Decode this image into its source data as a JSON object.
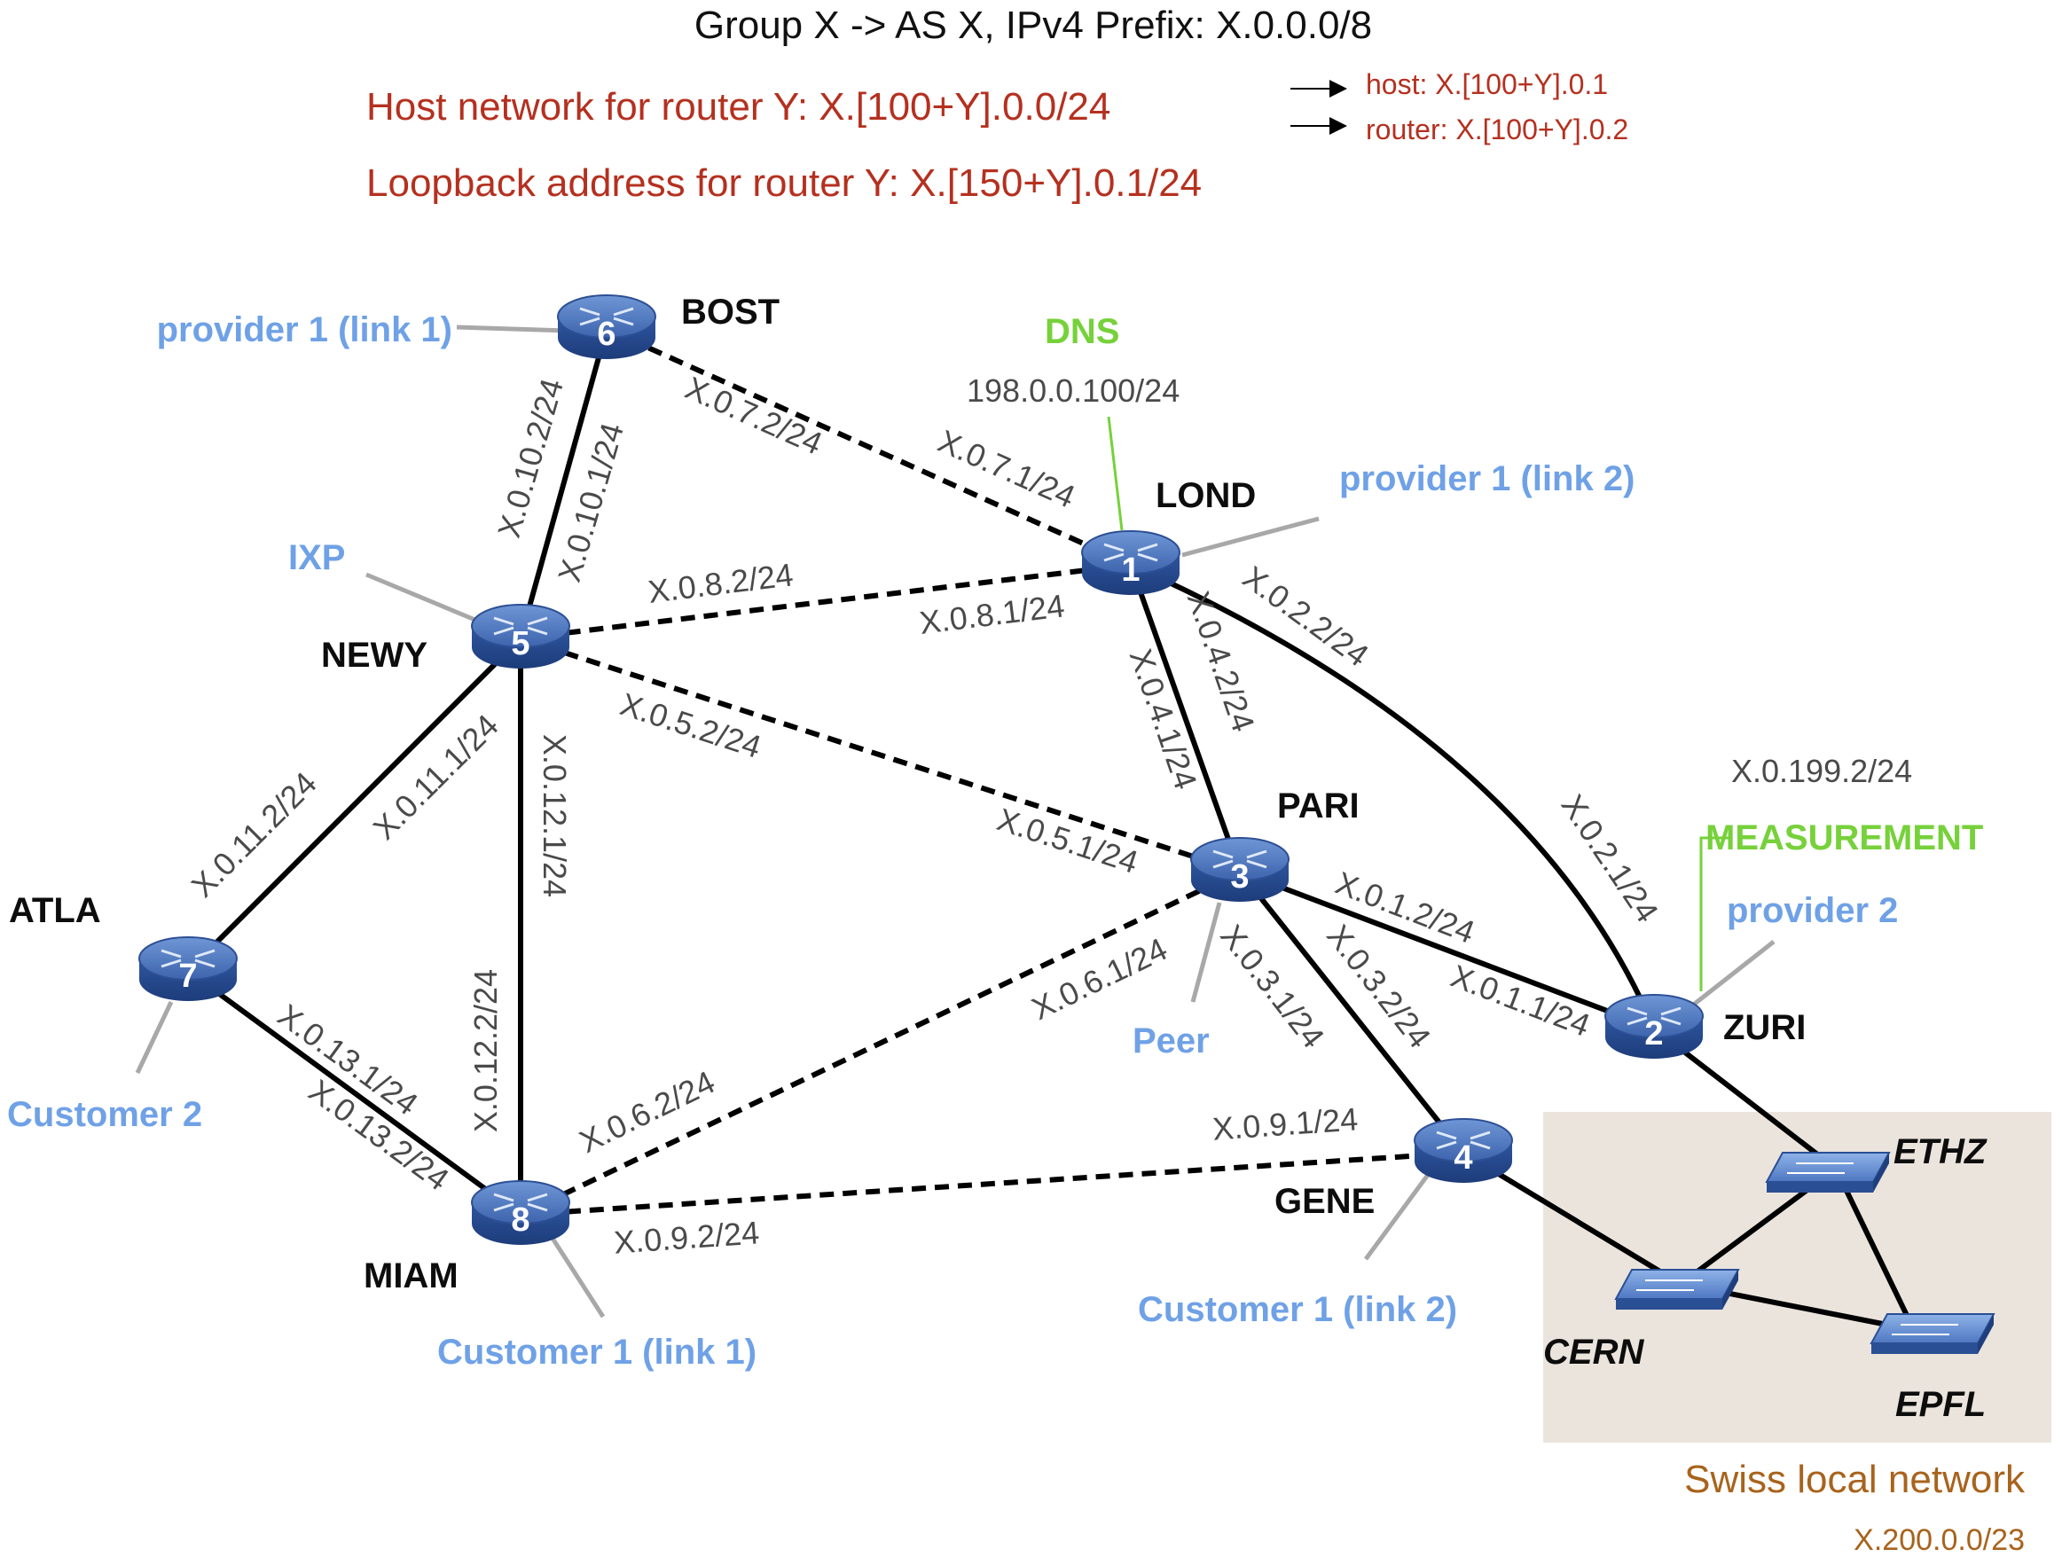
{
  "header": {
    "title": "Group X -> AS X, IPv4 Prefix: X.0.0.0/8",
    "host_network": "Host network for router Y: X.[100+Y].0.0/24",
    "host_addr": "host: X.[100+Y].0.1",
    "router_addr": "router: X.[100+Y].0.2",
    "loopback": "Loopback address for router Y: X.[150+Y].0.1/24"
  },
  "routers": [
    {
      "id": "1",
      "name": "LOND"
    },
    {
      "id": "2",
      "name": "ZURI"
    },
    {
      "id": "3",
      "name": "PARI"
    },
    {
      "id": "4",
      "name": "GENE"
    },
    {
      "id": "5",
      "name": "NEWY"
    },
    {
      "id": "6",
      "name": "BOST"
    },
    {
      "id": "7",
      "name": "ATLA"
    },
    {
      "id": "8",
      "name": "MIAM"
    }
  ],
  "links": [
    {
      "a_label": "X.0.10.2/24",
      "b_label": "X.0.10.1/24",
      "style": "solid"
    },
    {
      "a_label": "X.0.7.2/24",
      "b_label": "X.0.7.1/24",
      "style": "dashed"
    },
    {
      "a_label": "X.0.8.2/24",
      "b_label": "X.0.8.1/24",
      "style": "dashed"
    },
    {
      "a_label": "X.0.5.2/24",
      "b_label": "X.0.5.1/24",
      "style": "dashed"
    },
    {
      "a_label": "X.0.11.2/24",
      "b_label": "X.0.11.1/24",
      "style": "solid"
    },
    {
      "a_label": "X.0.12.1/24",
      "b_label": "X.0.12.2/24",
      "style": "solid"
    },
    {
      "a_label": "X.0.13.1/24",
      "b_label": "X.0.13.2/24",
      "style": "solid"
    },
    {
      "a_label": "X.0.6.2/24",
      "b_label": "X.0.6.1/24",
      "style": "dashed"
    },
    {
      "a_label": "X.0.9.2/24",
      "b_label": "X.0.9.1/24",
      "style": "dashed"
    },
    {
      "a_label": "X.0.4.2/24",
      "b_label": "X.0.4.1/24",
      "style": "solid"
    },
    {
      "a_label": "X.0.2.2/24",
      "b_label": "X.0.2.1/24",
      "style": "solid"
    },
    {
      "a_label": "X.0.1.2/24",
      "b_label": "X.0.1.1/24",
      "style": "solid"
    },
    {
      "a_label": "X.0.3.1/24",
      "b_label": "X.0.3.2/24",
      "style": "solid"
    }
  ],
  "external": {
    "provider1_link1": "provider 1 (link 1)",
    "provider1_link2": "provider 1 (link 2)",
    "ixp": "IXP",
    "customer2": "Customer 2",
    "customer1_link1": "Customer 1 (link 1)",
    "customer1_link2": "Customer 1 (link 2)",
    "peer": "Peer",
    "provider2": "provider 2",
    "dns": "DNS",
    "dns_addr": "198.0.0.100/24",
    "measurement": "MEASUREMENT",
    "measurement_addr": "X.0.199.2/24"
  },
  "swiss": {
    "title": "Swiss local network",
    "prefix": "X.200.0.0/23",
    "switches": [
      "ETHZ",
      "CERN",
      "EPFL"
    ]
  },
  "colors": {
    "title_red": "#b5301f",
    "blue_labels": "#6fa1e6",
    "green_labels": "#76d13a",
    "router_fill": "#3f64a8",
    "swiss_box": "#ebe4dd",
    "swiss_text": "#a8631c"
  }
}
